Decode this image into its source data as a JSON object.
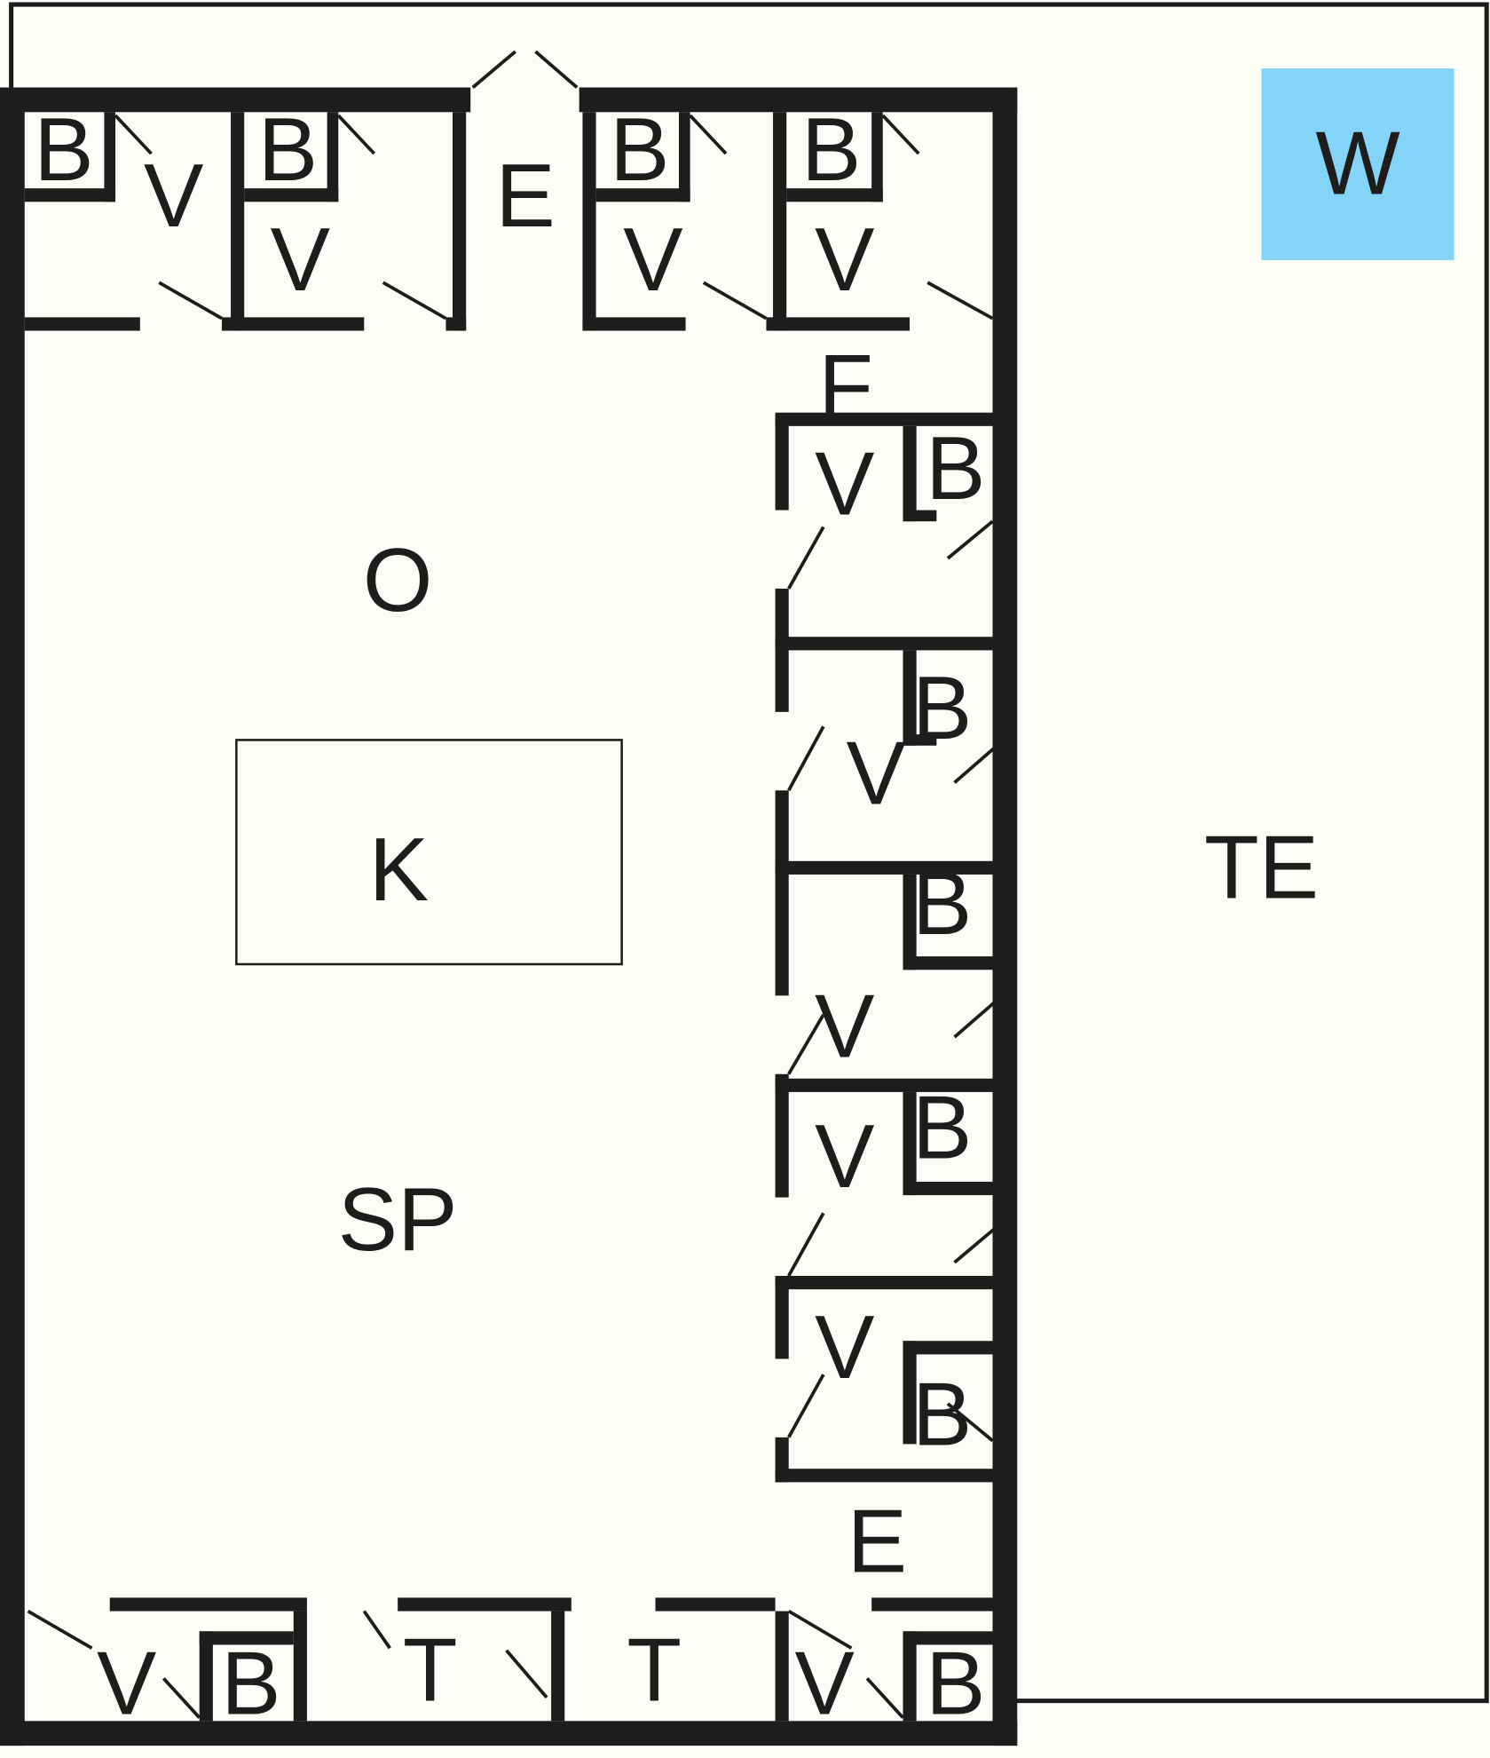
{
  "plan": {
    "colors": {
      "wall": "#1e1c1d",
      "background": "#fdfdf8",
      "water": "#83d4f6"
    },
    "labels": {
      "terrace": "TE",
      "water": "W",
      "entrance_top": "E",
      "entrance_bottom": "E",
      "f": "F",
      "living": "O",
      "kitchen": "K",
      "dining": "SP",
      "bedroom": "V",
      "bathroom": "B",
      "toilet": "T"
    }
  }
}
